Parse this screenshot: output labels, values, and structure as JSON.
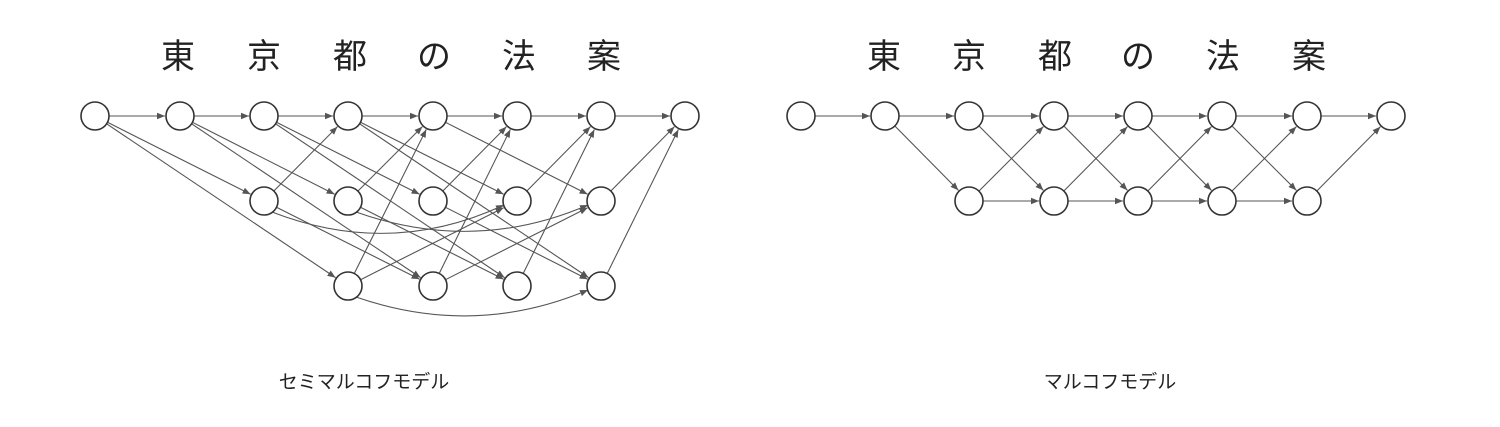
{
  "diagrams": [
    {
      "characters": [
        "東",
        "京",
        "都",
        "の",
        "法",
        "案"
      ],
      "caption": "セミマルコフモデル"
    },
    {
      "characters": [
        "東",
        "京",
        "都",
        "の",
        "法",
        "案"
      ],
      "caption": "マルコフモデル"
    }
  ]
}
